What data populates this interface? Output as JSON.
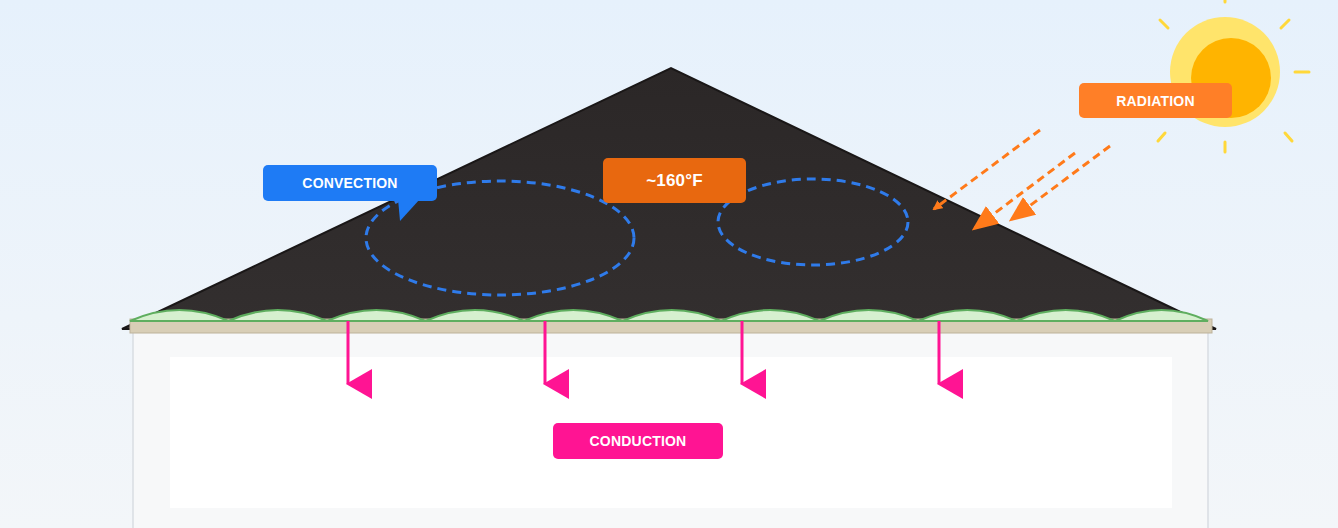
{
  "diagram": {
    "nodes": [
      {
        "text": [
          "RADIATION"
        ]
      },
      {
        "text": [
          "CONVECTION"
        ]
      },
      {
        "text": [
          "~160°F"
        ]
      },
      {
        "text": [
          "CONDUCTION"
        ]
      }
    ]
  }
}
